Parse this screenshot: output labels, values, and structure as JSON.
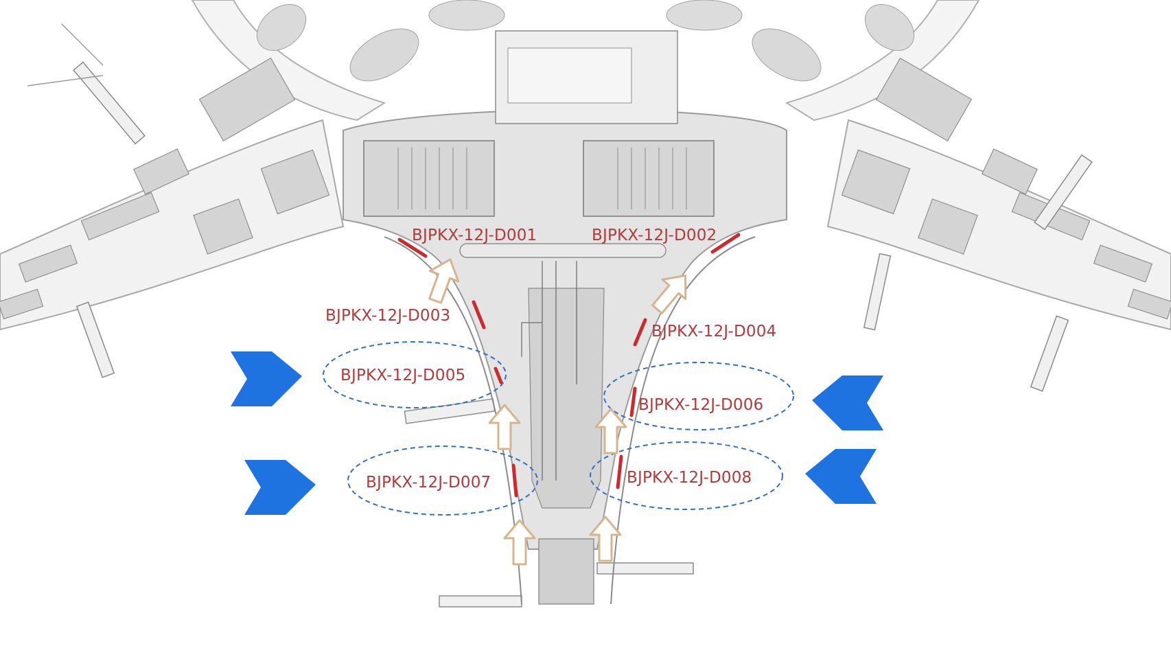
{
  "colors": {
    "background": "#ffffff",
    "plan_fill": "#e4e4e4",
    "plan_stroke": "#9a9a9a",
    "plan_detail": "#6f6f6f",
    "door_red": "#cc2b2b",
    "label_red": "#b23a3a",
    "highlight_ellipse": "#2f6fc4",
    "focus_arrow": "#1f73e0",
    "flow_arrow": "#d8b48c"
  },
  "icons": {
    "focus_arrow": "blue-chevron-arrow-icon",
    "flow_arrow": "outlined-up-arrow-icon"
  },
  "doors": [
    {
      "id": "D001",
      "label": "BJPKX-12J-D001",
      "highlighted": false
    },
    {
      "id": "D002",
      "label": "BJPKX-12J-D002",
      "highlighted": false
    },
    {
      "id": "D003",
      "label": "BJPKX-12J-D003",
      "highlighted": false
    },
    {
      "id": "D004",
      "label": "BJPKX-12J-D004",
      "highlighted": false
    },
    {
      "id": "D005",
      "label": "BJPKX-12J-D005",
      "highlighted": true
    },
    {
      "id": "D006",
      "label": "BJPKX-12J-D006",
      "highlighted": true
    },
    {
      "id": "D007",
      "label": "BJPKX-12J-D007",
      "highlighted": true
    },
    {
      "id": "D008",
      "label": "BJPKX-12J-D008",
      "highlighted": true
    }
  ]
}
